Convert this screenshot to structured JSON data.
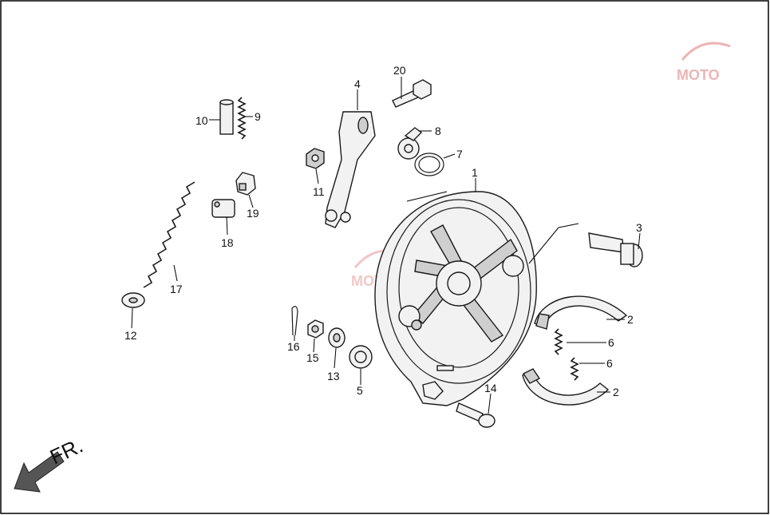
{
  "callouts": [
    {
      "id": "1",
      "label": "1"
    },
    {
      "id": "2a",
      "label": "2"
    },
    {
      "id": "2b",
      "label": "2"
    },
    {
      "id": "3",
      "label": "3"
    },
    {
      "id": "4",
      "label": "4"
    },
    {
      "id": "5",
      "label": "5"
    },
    {
      "id": "6a",
      "label": "6"
    },
    {
      "id": "6b",
      "label": "6"
    },
    {
      "id": "7",
      "label": "7"
    },
    {
      "id": "8",
      "label": "8"
    },
    {
      "id": "9",
      "label": "9"
    },
    {
      "id": "10",
      "label": "10"
    },
    {
      "id": "11",
      "label": "11"
    },
    {
      "id": "12",
      "label": "12"
    },
    {
      "id": "13",
      "label": "13"
    },
    {
      "id": "14",
      "label": "14"
    },
    {
      "id": "15",
      "label": "15"
    },
    {
      "id": "16",
      "label": "16"
    },
    {
      "id": "17",
      "label": "17"
    },
    {
      "id": "18",
      "label": "18"
    },
    {
      "id": "19",
      "label": "19"
    },
    {
      "id": "20",
      "label": "20"
    }
  ],
  "direction_label": "FR.",
  "watermark": "MOTO",
  "colors": {
    "line": "#1a1a1a",
    "watermark": "#e9a3a3",
    "background": "#ffffff"
  }
}
